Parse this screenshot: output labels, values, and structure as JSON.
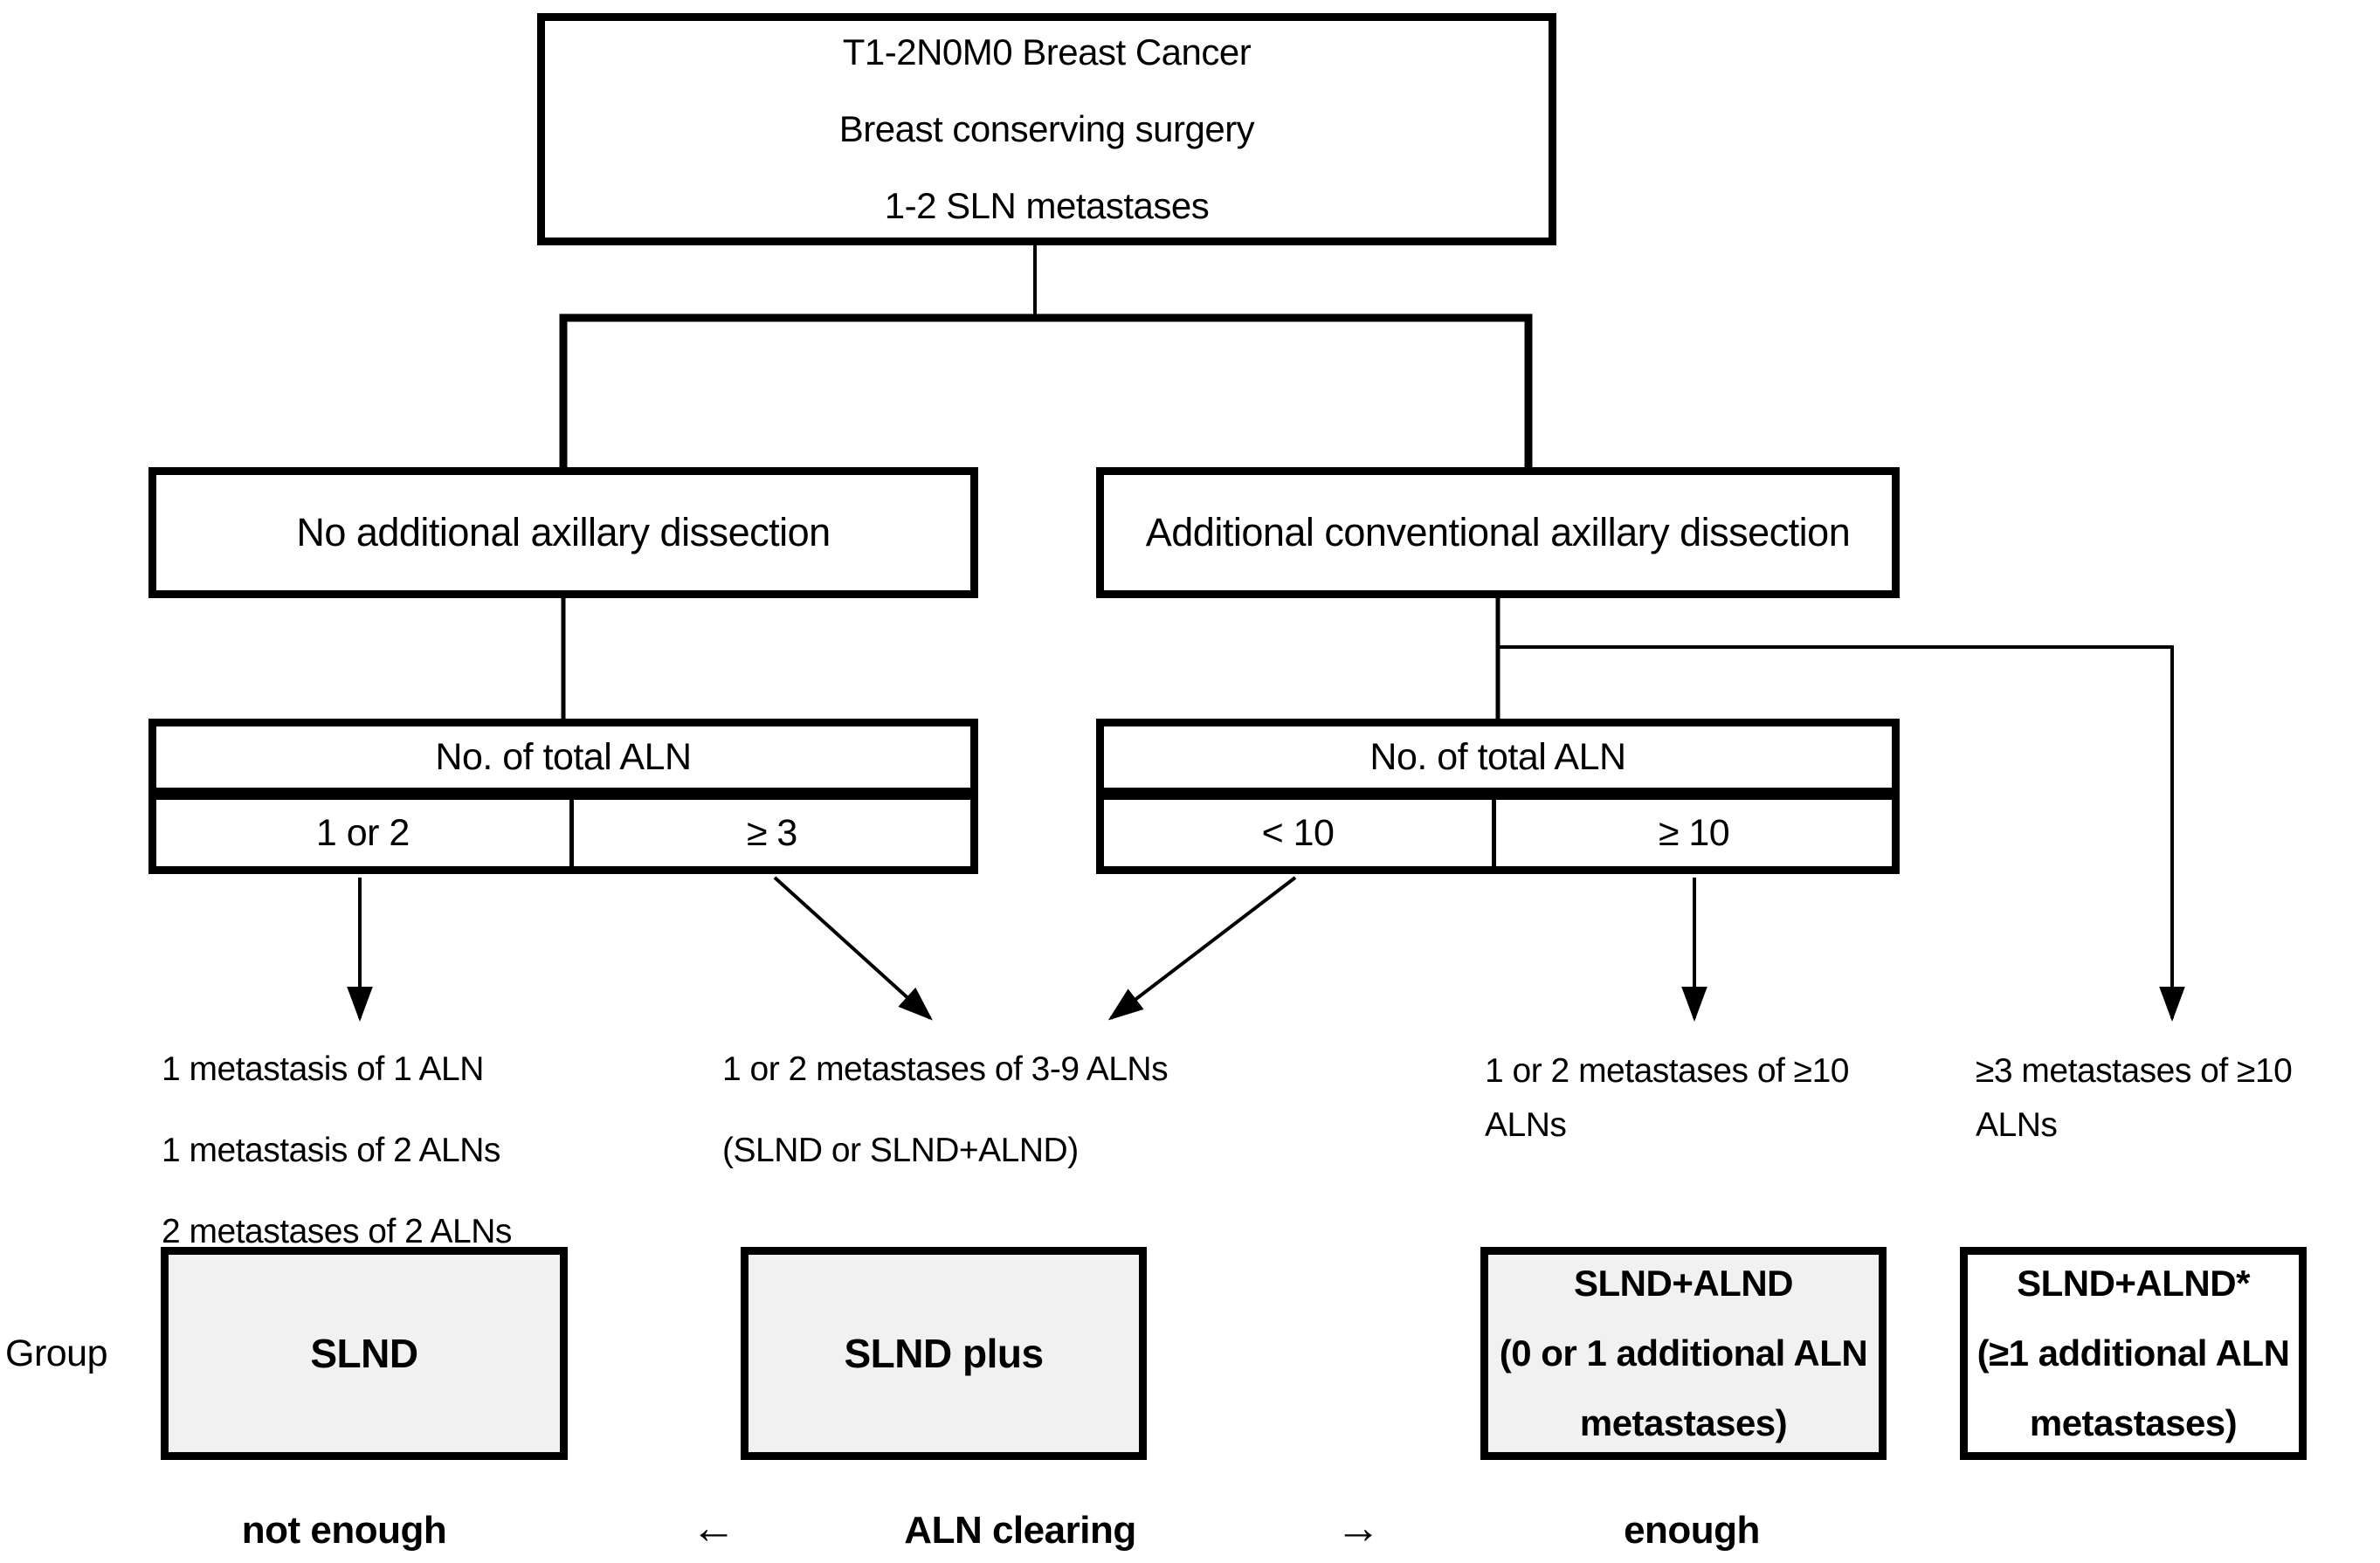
{
  "title_box": {
    "line1": "T1-2N0M0 Breast Cancer",
    "line2": "Breast conserving surgery",
    "line3": "1-2 SLN metastases"
  },
  "branches": {
    "left": "No additional axillary dissection",
    "right": "Additional conventional axillary dissection"
  },
  "aln_tables": {
    "left": {
      "header": "No. of total ALN",
      "cell1": "1 or 2",
      "cell2": "≥ 3"
    },
    "right": {
      "header": "No. of total ALN",
      "cell1": "< 10",
      "cell2": "≥ 10"
    }
  },
  "case_labels": {
    "group1": {
      "line1": "1 metastasis of 1 ALN",
      "line2": "1 metastasis of 2 ALNs",
      "line3": "2 metastases of 2 ALNs"
    },
    "group2": {
      "line1": "1 or 2 metastases of 3-9 ALNs",
      "line2": "(SLND or SLND+ALND)"
    },
    "group3": "1 or 2 metastases of ≥10 ALNs",
    "group4": "≥3 metastases of ≥10 ALNs"
  },
  "group_row": {
    "axis_label": "Group",
    "box1": {
      "line1": "SLND"
    },
    "box2": {
      "line1": "SLND plus"
    },
    "box3": {
      "line1": "SLND+ALND",
      "line2": "(0 or 1 additional ALN",
      "line3": "metastases)"
    },
    "box4": {
      "line1": "SLND+ALND*",
      "line2": "(≥1 additional ALN",
      "line3": "metastases)"
    }
  },
  "bottom_axis": {
    "left_label": "not enough",
    "left_arrow": "←",
    "center_label": "ALN clearing",
    "right_arrow": "→",
    "right_label": "enough"
  },
  "colors": {
    "background": "#ffffff",
    "line_color": "#000000",
    "group_box_fill": "#f1f1f1"
  }
}
